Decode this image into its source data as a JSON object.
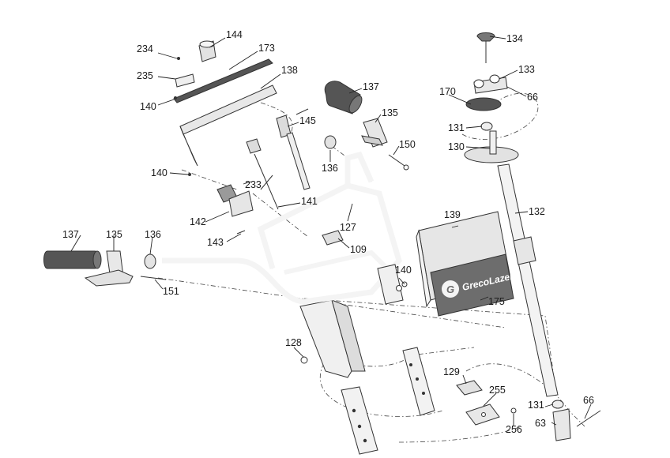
{
  "diagram": {
    "callouts": [
      {
        "id": "c144",
        "label": "144"
      },
      {
        "id": "c173",
        "label": "173"
      },
      {
        "id": "c234",
        "label": "234"
      },
      {
        "id": "c235",
        "label": "235"
      },
      {
        "id": "c138",
        "label": "138"
      },
      {
        "id": "c140a",
        "label": "140"
      },
      {
        "id": "c137a",
        "label": "137"
      },
      {
        "id": "c135a",
        "label": "135"
      },
      {
        "id": "c145",
        "label": "145"
      },
      {
        "id": "c150",
        "label": "150"
      },
      {
        "id": "c136a",
        "label": "136"
      },
      {
        "id": "c140b",
        "label": "140"
      },
      {
        "id": "c233",
        "label": "233"
      },
      {
        "id": "c141",
        "label": "141"
      },
      {
        "id": "c142",
        "label": "142"
      },
      {
        "id": "c143",
        "label": "143"
      },
      {
        "id": "c127",
        "label": "127"
      },
      {
        "id": "c109",
        "label": "109"
      },
      {
        "id": "c134",
        "label": "134"
      },
      {
        "id": "c133",
        "label": "133"
      },
      {
        "id": "c66a",
        "label": "66"
      },
      {
        "id": "c170",
        "label": "170"
      },
      {
        "id": "c131a",
        "label": "131"
      },
      {
        "id": "c130",
        "label": "130"
      },
      {
        "id": "c132",
        "label": "132"
      },
      {
        "id": "c139",
        "label": "139"
      },
      {
        "id": "c140c",
        "label": "140"
      },
      {
        "id": "c175",
        "label": "175"
      },
      {
        "id": "c137b",
        "label": "137"
      },
      {
        "id": "c135b",
        "label": "135"
      },
      {
        "id": "c136b",
        "label": "136"
      },
      {
        "id": "c151",
        "label": "151"
      },
      {
        "id": "c128",
        "label": "128"
      },
      {
        "id": "c129",
        "label": "129"
      },
      {
        "id": "c255",
        "label": "255"
      },
      {
        "id": "c256",
        "label": "256"
      },
      {
        "id": "c131b",
        "label": "131"
      },
      {
        "id": "c66b",
        "label": "66"
      },
      {
        "id": "c63",
        "label": "63"
      }
    ],
    "panel_brand": "GrecoLazer",
    "colors": {
      "grip": "#555555",
      "panel": "#e6e6e6",
      "decal": "#6d6d6d",
      "frame": "#f0f0f0",
      "outline": "#333333"
    }
  }
}
